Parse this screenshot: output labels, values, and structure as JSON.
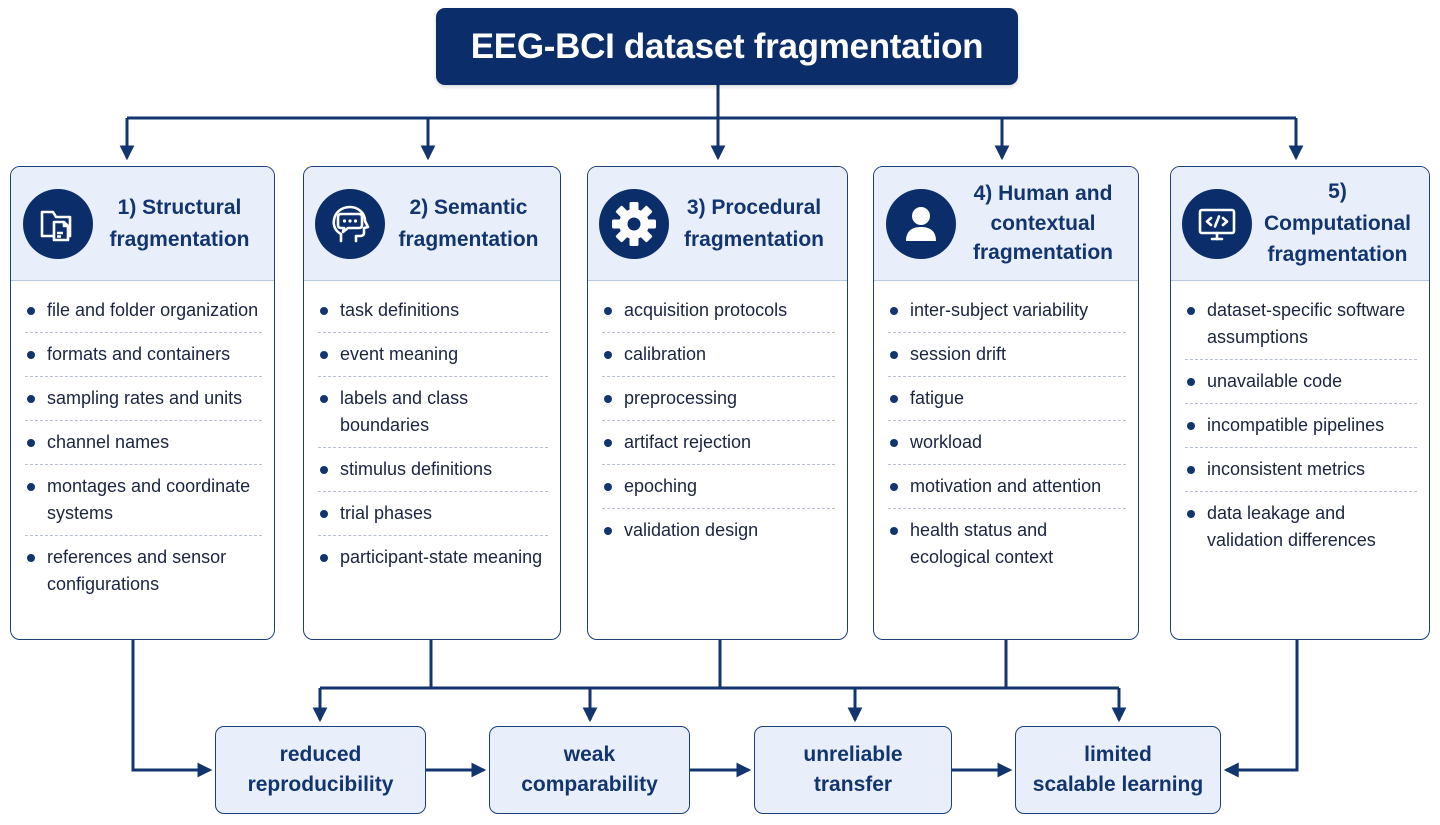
{
  "title": "EEG-BCI dataset fragmentation",
  "categories": [
    {
      "icon": "folder-icon",
      "title_lines": [
        "1) Structural",
        "fragmentation"
      ],
      "items": [
        "file and folder organization",
        "formats and containers",
        "sampling rates and units",
        "channel names",
        "montages and coordinate systems",
        "references and sensor configurations"
      ]
    },
    {
      "icon": "speech-head-icon",
      "title_lines": [
        "2) Semantic",
        "fragmentation"
      ],
      "items": [
        "task definitions",
        "event meaning",
        "labels and class boundaries",
        "stimulus definitions",
        "trial phases",
        "participant-state meaning"
      ]
    },
    {
      "icon": "gear-icon",
      "title_lines": [
        "3) Procedural",
        "fragmentation"
      ],
      "items": [
        "acquisition protocols",
        "calibration",
        "preprocessing",
        "artifact rejection",
        "epoching",
        "validation design"
      ]
    },
    {
      "icon": "person-icon",
      "title_lines": [
        "4) Human and",
        "contextual",
        "fragmentation"
      ],
      "items": [
        "inter-subject variability",
        "session drift",
        "fatigue",
        "workload",
        "motivation and attention",
        "health status and ecological context"
      ]
    },
    {
      "icon": "code-monitor-icon",
      "title_lines": [
        "5) Computational",
        "fragmentation"
      ],
      "items": [
        "dataset-specific software assumptions",
        "unavailable code",
        "incompatible pipelines",
        "inconsistent metrics",
        "data leakage and validation differences"
      ]
    }
  ],
  "outcomes": [
    {
      "lines": [
        "reduced",
        "reproducibility"
      ]
    },
    {
      "lines": [
        "weak",
        "comparability"
      ]
    },
    {
      "lines": [
        "unreliable",
        "transfer"
      ]
    },
    {
      "lines": [
        "limited",
        "scalable learning"
      ]
    }
  ],
  "colors": {
    "primary": "#0b2e6b",
    "panel": "#e8effa",
    "line": "#1d3f7a"
  }
}
